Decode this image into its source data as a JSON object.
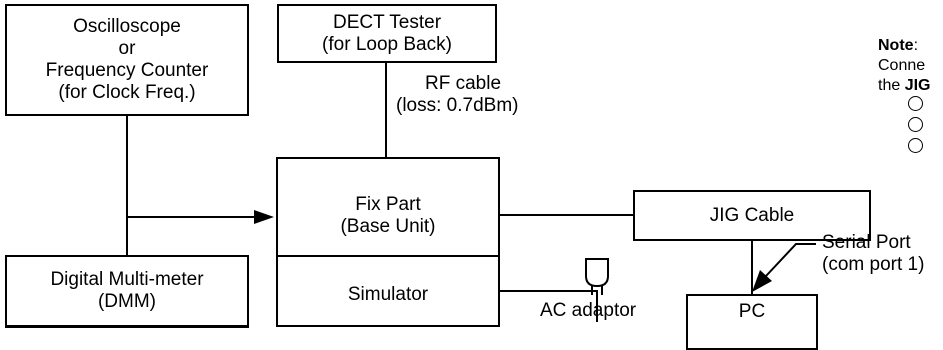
{
  "blocks": {
    "oscilloscope": [
      "Oscilloscope",
      "or",
      "Frequency Counter",
      "(for Clock Freq.)"
    ],
    "dect_tester": [
      "DECT Tester",
      "(for Loop Back)"
    ],
    "fix_part": [
      "Fix Part",
      "(Base Unit)"
    ],
    "jig_cable": "JIG Cable",
    "dmm": [
      "Digital Multi-meter",
      "(DMM)"
    ],
    "simulator": "Simulator",
    "pc": "PC"
  },
  "labels": {
    "rf_cable": [
      "RF cable",
      "(loss: 0.7dBm)"
    ],
    "serial_port": [
      "Serial Port",
      "(com port 1)"
    ],
    "ac_adaptor": "AC adaptor"
  },
  "note": {
    "title": "Note",
    "colon": ":",
    "line1": "Conne",
    "line2_prefix": "the ",
    "line2_bold": "JIG"
  }
}
